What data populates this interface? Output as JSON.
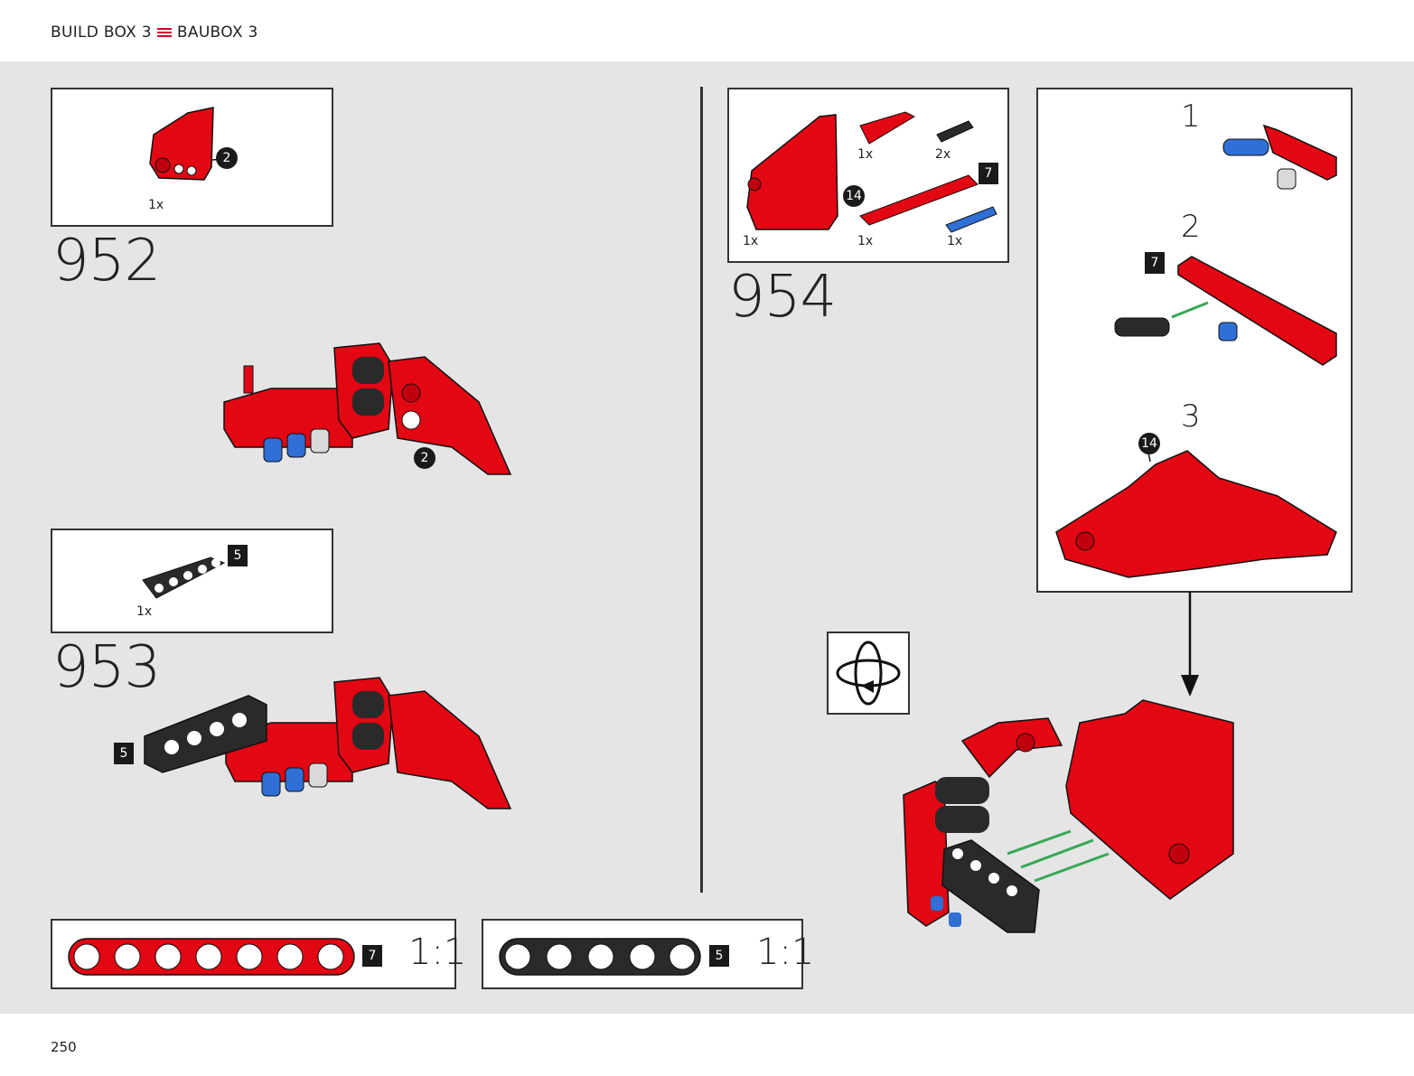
{
  "header": {
    "left": "BUILD BOX 3",
    "right": "BAUBOX 3",
    "menu_icon": "menu-icon",
    "accent": "#d5002b"
  },
  "page_number": "250",
  "steps": {
    "s952": {
      "number": "952",
      "qty": "1x",
      "callout": "2",
      "main_callout": "2"
    },
    "s953": {
      "number": "953",
      "qty": "1x",
      "badge": "5",
      "main_badge": "5"
    },
    "s954": {
      "number": "954",
      "parts": [
        {
          "qty": "1x"
        },
        {
          "qty": "2x"
        },
        {
          "qty": "1x"
        },
        {
          "qty": "1x"
        },
        {
          "qty": "1x"
        }
      ],
      "badge": "7",
      "callout": "14",
      "substeps": {
        "one": "1",
        "two": "2",
        "three": "3",
        "two_badge": "7",
        "three_callout": "14"
      }
    }
  },
  "rulers": {
    "red": {
      "badge": "7",
      "ratio": "1:1"
    },
    "black": {
      "badge": "5",
      "ratio": "1:1"
    }
  },
  "colors": {
    "red": "#e30613",
    "black": "#2a2a2a",
    "blue": "#2f6fd6",
    "green": "#36a853",
    "gray": "#e5e5e5"
  },
  "icons": {
    "rotate": "rotate-model-icon"
  }
}
